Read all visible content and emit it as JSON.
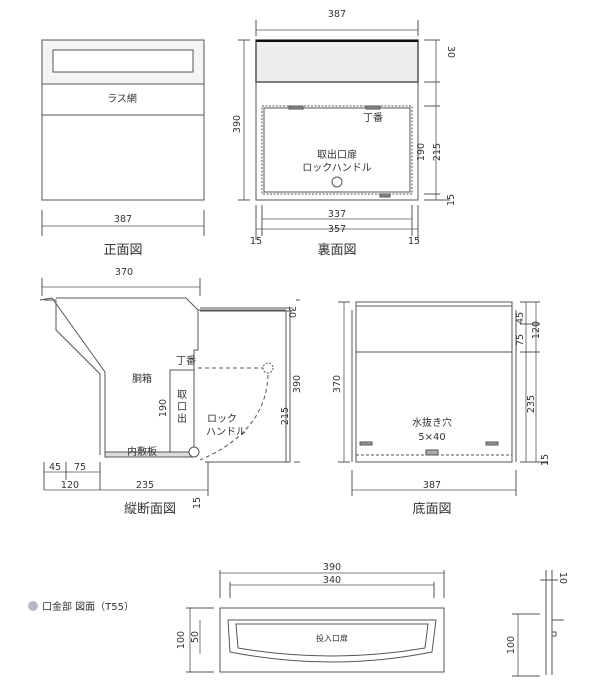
{
  "labels": {
    "front_view": "正面図",
    "back_view": "裏面図",
    "section_view": "縦断面図",
    "bottom_view": "底面図",
    "mouth_view": "口金部 図面（T55）",
    "lath_net": "ラス網",
    "hinge": "丁番",
    "hinge2": "丁番",
    "door_line1": "取出口扉",
    "door_line2": "ロックハンドル",
    "body_box": "胴箱",
    "vertical_label_1": "取",
    "vertical_label_2": "口",
    "vertical_label_3": "出",
    "lock_line1": "ロック",
    "lock_line2": "ハンドル",
    "bottom_board": "内敷板",
    "drain_line1": "水抜き穴",
    "drain_line2": "5×40",
    "slot_door": "投入口扉"
  },
  "dims": {
    "front_width": "387",
    "back_top": "387",
    "back_left_390": "390",
    "back_right_30": "30",
    "back_right_190": "190",
    "back_right_215": "215",
    "back_right_15": "15",
    "back_337": "337",
    "back_357": "357",
    "back_15_left": "15",
    "back_15_right": "15",
    "sec_370": "370",
    "sec_30": "30",
    "sec_390": "390",
    "sec_190": "190",
    "sec_215": "215",
    "sec_45": "45",
    "sec_75": "75",
    "sec_120": "120",
    "sec_235": "235",
    "sec_15": "15",
    "bot_45": "45",
    "bot_120": "120",
    "bot_75": "75",
    "bot_370": "370",
    "bot_235": "235",
    "bot_15": "15",
    "bot_387": "387",
    "mouth_390": "390",
    "mouth_340": "340",
    "mouth_100": "100",
    "mouth_50": "50",
    "side_10": "10",
    "side_100": "100"
  },
  "colors": {
    "line": "#555555",
    "bullet": "#b9b7c7",
    "dashed": "#444444"
  }
}
